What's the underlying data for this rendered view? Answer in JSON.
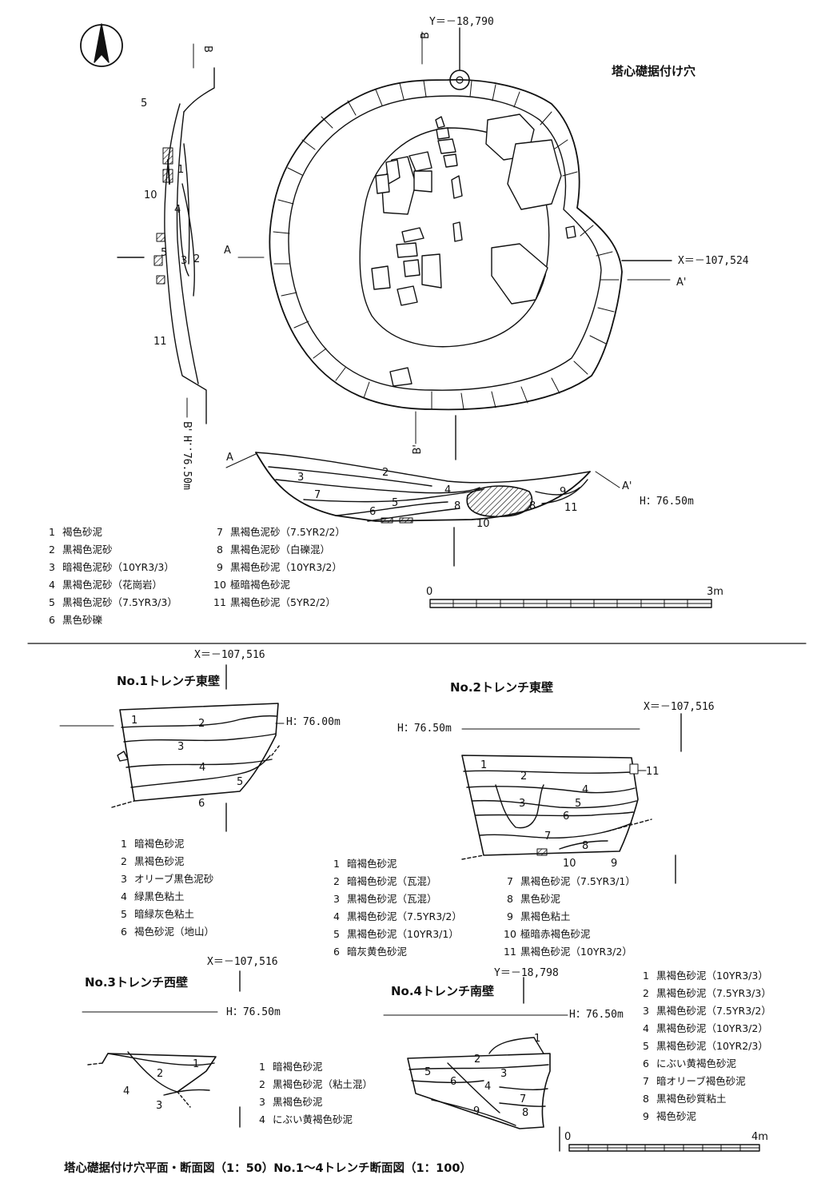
{
  "top": {
    "title": "塔心礎据付け穴",
    "coords": {
      "y": "Y＝－18,790",
      "x": "X＝－107,524"
    },
    "section_labels": {
      "a": "A",
      "a_prime": "A'",
      "b": "B",
      "b_prime": "B'"
    },
    "elevation_horizontal": "H：76.50m",
    "elevation_vertical": "H：76.50m",
    "scale": {
      "start": "0",
      "end": "3m"
    },
    "section_numbers": [
      "2",
      "3",
      "4",
      "5",
      "6",
      "7",
      "8",
      "9",
      "10",
      "11"
    ],
    "legend": [
      {
        "n": "1",
        "t": "褐色砂泥"
      },
      {
        "n": "2",
        "t": "黒褐色泥砂"
      },
      {
        "n": "3",
        "t": "暗褐色泥砂（10YR3/3）"
      },
      {
        "n": "4",
        "t": "黒褐色泥砂（花崗岩）"
      },
      {
        "n": "5",
        "t": "黒褐色泥砂（7.5YR3/3）"
      },
      {
        "n": "6",
        "t": "黒色砂礫"
      },
      {
        "n": "7",
        "t": "黒褐色泥砂（7.5YR2/2）"
      },
      {
        "n": "8",
        "t": "黒褐色泥砂（白礫混）"
      },
      {
        "n": "9",
        "t": "黒褐色砂泥（10YR3/2）"
      },
      {
        "n": "10",
        "t": "極暗褐色砂泥"
      },
      {
        "n": "11",
        "t": "黒褐色砂泥（5YR2/2）"
      }
    ]
  },
  "t1": {
    "title": "No.1トレンチ東壁",
    "coord": "X＝－107,516",
    "elevation": "H：76.00m",
    "legend": [
      {
        "n": "1",
        "t": "暗褐色砂泥"
      },
      {
        "n": "2",
        "t": "黒褐色砂泥"
      },
      {
        "n": "3",
        "t": "オリーブ黒色泥砂"
      },
      {
        "n": "4",
        "t": "緑黒色粘土"
      },
      {
        "n": "5",
        "t": "暗緑灰色粘土"
      },
      {
        "n": "6",
        "t": "褐色砂泥（地山）"
      }
    ]
  },
  "t2": {
    "title": "No.2トレンチ東壁",
    "coord": "X＝－107,516",
    "elevation": "H：76.50m",
    "legend": [
      {
        "n": "1",
        "t": "暗褐色砂泥"
      },
      {
        "n": "2",
        "t": "暗褐色砂泥（瓦混）"
      },
      {
        "n": "3",
        "t": "黒褐色砂泥（瓦混）"
      },
      {
        "n": "4",
        "t": "黒褐色砂泥（7.5YR3/2）"
      },
      {
        "n": "5",
        "t": "黒褐色砂泥（10YR3/1）"
      },
      {
        "n": "6",
        "t": "暗灰黄色砂泥"
      },
      {
        "n": "7",
        "t": "黒褐色砂泥（7.5YR3/1）"
      },
      {
        "n": "8",
        "t": "黒色砂泥"
      },
      {
        "n": "9",
        "t": "黒褐色粘土"
      },
      {
        "n": "10",
        "t": "極暗赤褐色砂泥"
      },
      {
        "n": "11",
        "t": "黒褐色砂泥（10YR3/2）"
      }
    ]
  },
  "t3": {
    "title": "No.3トレンチ西壁",
    "coord": "X＝－107,516",
    "elevation": "H：76.50m",
    "legend": [
      {
        "n": "1",
        "t": "暗褐色砂泥"
      },
      {
        "n": "2",
        "t": "黒褐色砂泥（粘土混）"
      },
      {
        "n": "3",
        "t": "黒褐色砂泥"
      },
      {
        "n": "4",
        "t": "にぶい黄褐色砂泥"
      }
    ]
  },
  "t4": {
    "title": "No.4トレンチ南壁",
    "coord": "Y＝－18,798",
    "elevation": "H：76.50m",
    "legend": [
      {
        "n": "1",
        "t": "黒褐色砂泥（10YR3/3）"
      },
      {
        "n": "2",
        "t": "黒褐色砂泥（7.5YR3/3）"
      },
      {
        "n": "3",
        "t": "黒褐色砂泥（7.5YR3/2）"
      },
      {
        "n": "4",
        "t": "黒褐色砂泥（10YR3/2）"
      },
      {
        "n": "5",
        "t": "黒褐色砂泥（10YR2/3）"
      },
      {
        "n": "6",
        "t": "にぶい黄褐色砂泥"
      },
      {
        "n": "7",
        "t": "暗オリーブ褐色砂泥"
      },
      {
        "n": "8",
        "t": "黒褐色砂質粘土"
      },
      {
        "n": "9",
        "t": "褐色砂泥"
      }
    ],
    "scale": {
      "start": "0",
      "end": "4m"
    }
  },
  "caption": "塔心礎据付け穴平面・断面図（1：50）No.1～4トレンチ断面図（1：100）"
}
